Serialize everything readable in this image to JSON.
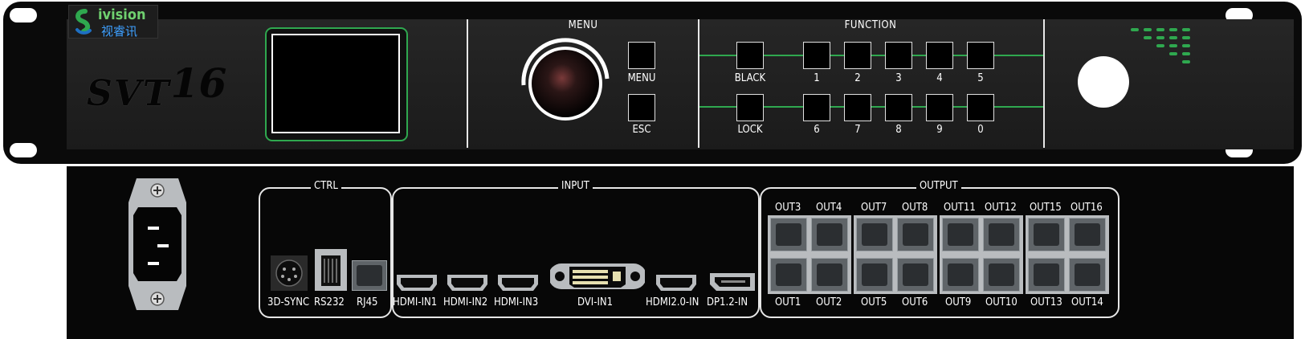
{
  "device": {
    "brand_latin": "ivision",
    "brand_cn": "视睿讯",
    "model_prefix": "SVT",
    "model_number": "16"
  },
  "front": {
    "menu_title": "MENU",
    "function_title": "FUNCTION",
    "menu_buttons": [
      "MENU",
      "ESC"
    ],
    "row1": [
      "BLACK",
      "1",
      "2",
      "3",
      "4",
      "5"
    ],
    "row2": [
      "LOCK",
      "6",
      "7",
      "8",
      "9",
      "0"
    ]
  },
  "rear": {
    "ctrl_title": "CTRL",
    "input_title": "INPUT",
    "output_title": "OUTPUT",
    "ctrl_ports": [
      "3D-SYNC",
      "RS232",
      "RJ45"
    ],
    "input_ports": [
      "HDMI-IN1",
      "HDMI-IN2",
      "HDMI-IN3",
      "DVI-IN1",
      "HDMI2.0-IN",
      "DP1.2-IN"
    ],
    "output_top": [
      "OUT3",
      "OUT4",
      "OUT7",
      "OUT8",
      "OUT11",
      "OUT12",
      "OUT15",
      "OUT16"
    ],
    "output_bottom": [
      "OUT1",
      "OUT2",
      "OUT5",
      "OUT6",
      "OUT9",
      "OUT10",
      "OUT13",
      "OUT14"
    ]
  },
  "colors": {
    "accent_green": "#2fa84f",
    "panel": "#1f1f1f"
  }
}
